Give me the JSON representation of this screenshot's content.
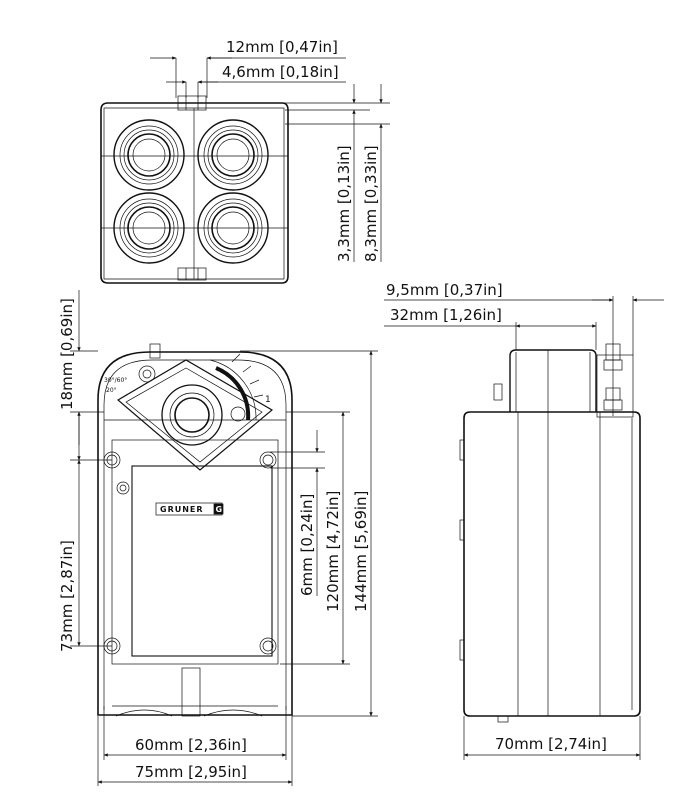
{
  "dimensions": {
    "top_width_12": "12mm",
    "top_width_12_in": "0,47in",
    "top_width_46": "4,6mm",
    "top_width_46_in": "0,18in",
    "top_v_33": "3,3mm",
    "top_v_33_in": "0,13in",
    "top_v_83": "8,3mm",
    "top_v_83_in": "0,33in",
    "front_18": "18mm",
    "front_18_in": "0,69in",
    "front_73": "73mm",
    "front_73_in": "2,87in",
    "front_6": "6mm",
    "front_6_in": "0,24in",
    "front_120": "120mm",
    "front_120_in": "4,72in",
    "front_144": "144mm",
    "front_144_in": "5,69in",
    "front_60": "60mm",
    "front_60_in": "2,36in",
    "front_75": "75mm",
    "front_75_in": "2,95in",
    "side_95": "9,5mm",
    "side_95_in": "0,37in",
    "side_32": "32mm",
    "side_32_in": "1,26in",
    "side_70": "70mm",
    "side_70_in": "2,74in"
  },
  "labels": {
    "brand": "GRUNER",
    "brand_mark": "G",
    "scale_1": "1",
    "angle_label_a": "30°/60°",
    "angle_label_b": "20°"
  },
  "colors": {
    "line": "#111111",
    "background": "#ffffff"
  }
}
